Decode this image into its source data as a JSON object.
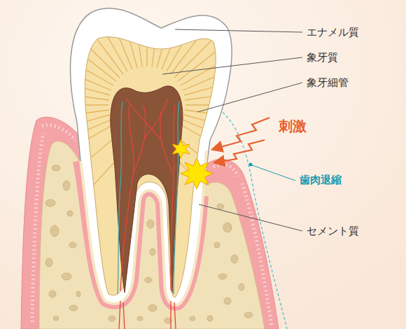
{
  "diagram": {
    "labels": [
      "エナメル質",
      "象牙質",
      "象牙細管",
      "刺激",
      "歯肉退縮",
      "セメント質"
    ]
  }
}
